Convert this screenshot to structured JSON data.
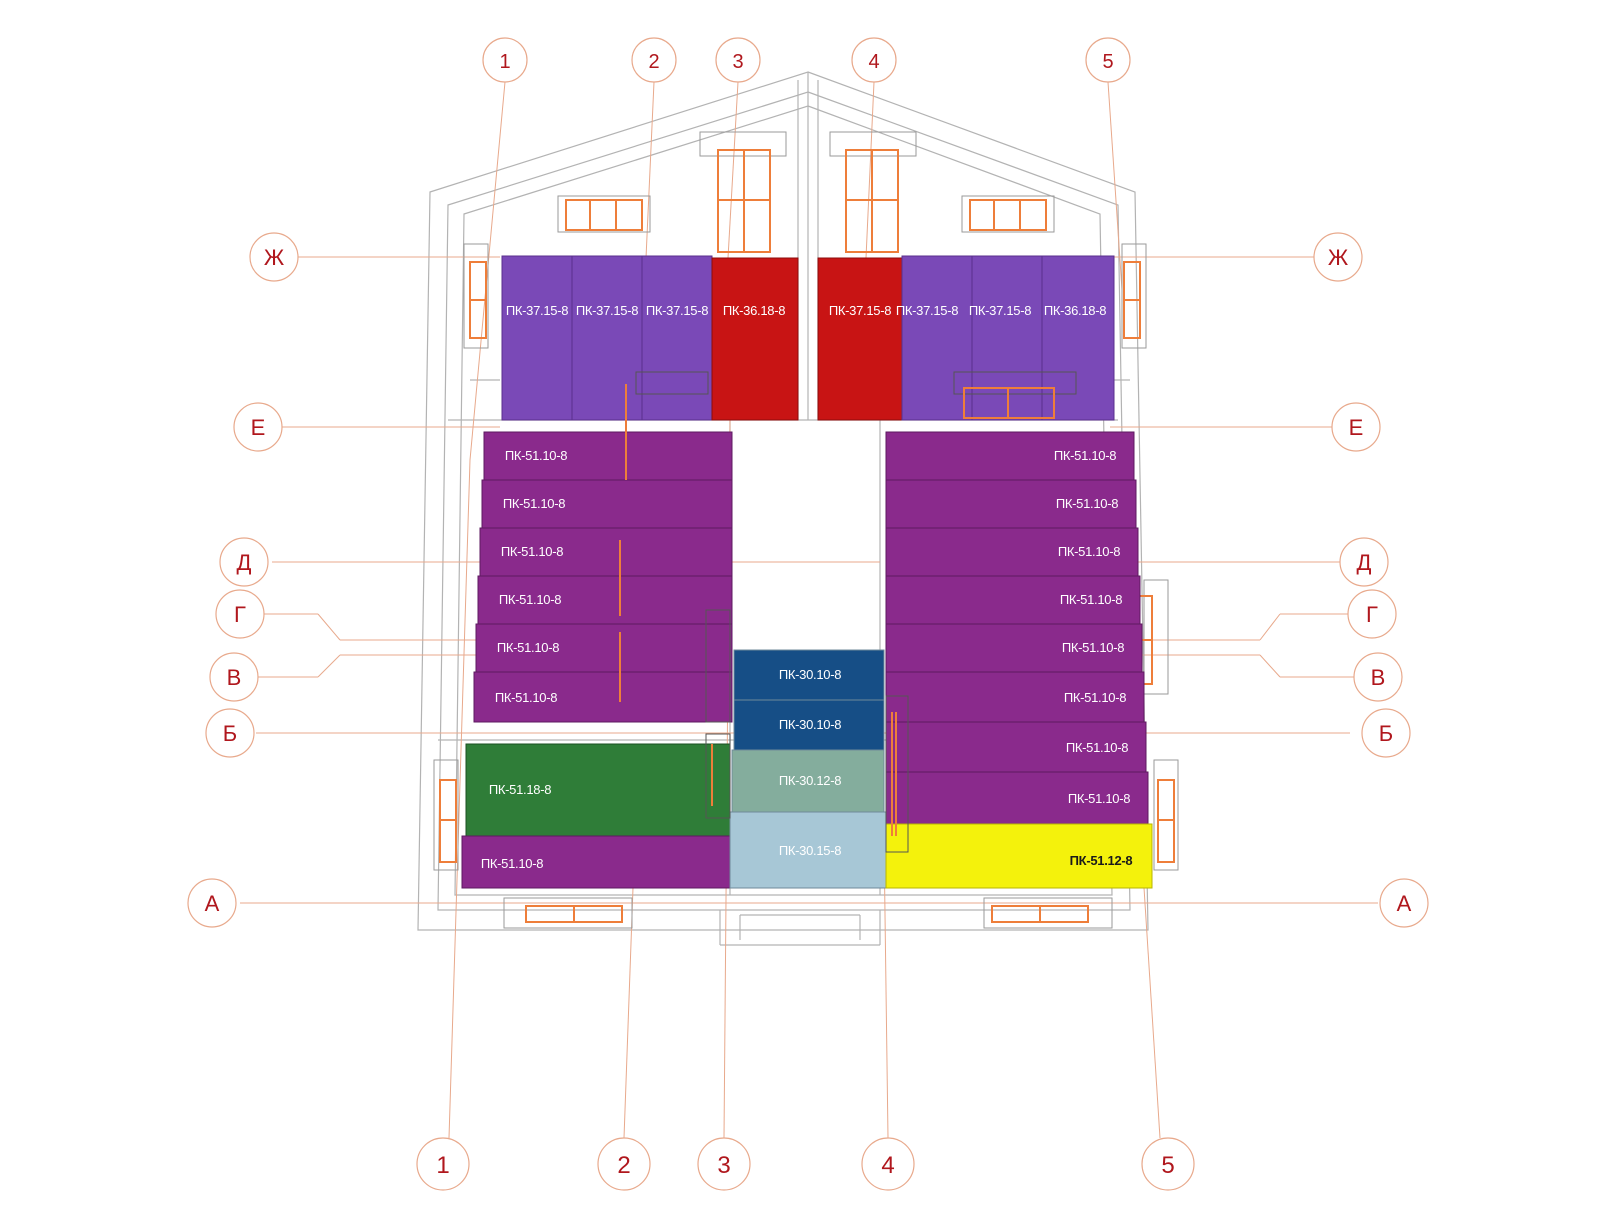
{
  "colors": {
    "slab_pk37": "#7a49b7",
    "slab_pk36": "#c81414",
    "slab_pk51_10": "#8a2a8c",
    "slab_pk51_18": "#2f7d38",
    "slab_pk51_12": "#f4f20c",
    "slab_pk30_10": "#164e86",
    "slab_pk30_12": "#84ad9d",
    "slab_pk30_15": "#a7c7d6",
    "axis_line": "#e8a98c",
    "axis_text": "#b0171d",
    "window": "#ee7e3a",
    "outline": "#b3b3b3"
  },
  "axes": {
    "numbers_top": [
      "1",
      "2",
      "3",
      "4",
      "5"
    ],
    "numbers_bottom": [
      "1",
      "2",
      "3",
      "4",
      "5"
    ],
    "letters_left": [
      "Ж",
      "Е",
      "Д",
      "Г",
      "В",
      "Б",
      "А"
    ],
    "letters_right": [
      "Ж",
      "Е",
      "Д",
      "Г",
      "В",
      "Б",
      "А"
    ]
  },
  "slabs": {
    "top_row": [
      "ПК-37.15-8",
      "ПК-37.15-8",
      "ПК-37.15-8",
      "ПК-36.18-8",
      "ПК-37.15-8",
      "ПК-37.15-8",
      "ПК-37.15-8",
      "ПК-36.18-8"
    ],
    "left_column": [
      "ПК-51.10-8",
      "ПК-51.10-8",
      "ПК-51.10-8",
      "ПК-51.10-8",
      "ПК-51.10-8",
      "ПК-51.10-8"
    ],
    "left_bottom": [
      "ПК-51.18-8",
      "ПК-51.10-8"
    ],
    "center": [
      "ПК-30.10-8",
      "ПК-30.10-8",
      "ПК-30.12-8",
      "ПК-30.15-8"
    ],
    "right_column": [
      "ПК-51.10-8",
      "ПК-51.10-8",
      "ПК-51.10-8",
      "ПК-51.10-8",
      "ПК-51.10-8",
      "ПК-51.10-8",
      "ПК-51.10-8",
      "ПК-51.10-8"
    ],
    "right_bottom": "ПК-51.12-8"
  }
}
